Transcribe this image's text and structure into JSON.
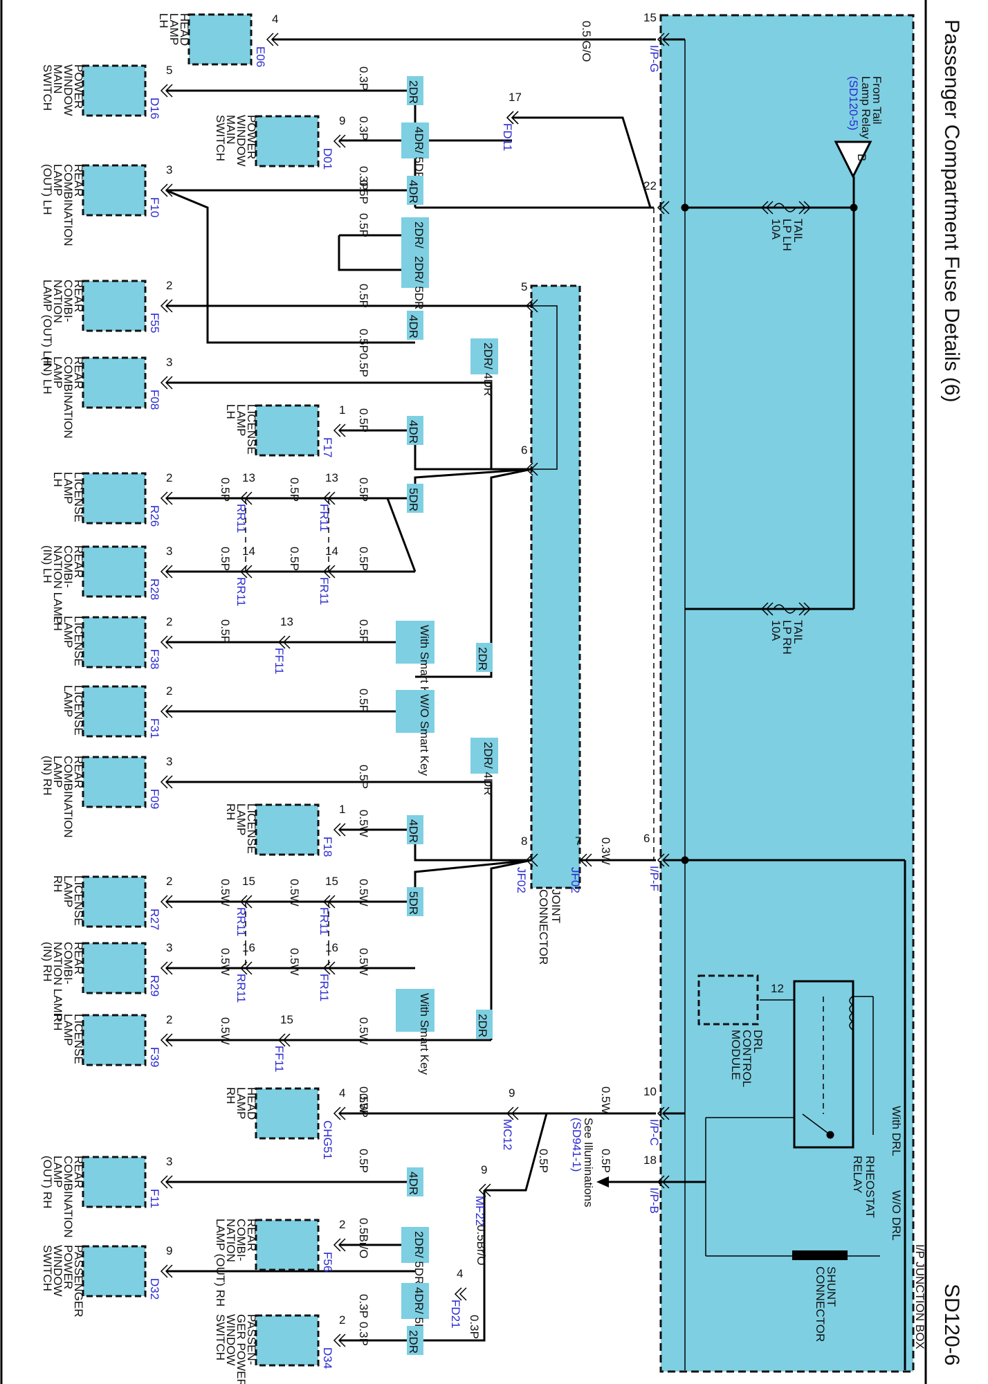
{
  "title": "Passenger Compartment Fuse Details (6)",
  "page_code": "SD120-6",
  "junction_box": "I/P JUNCTION BOX",
  "from_relay": {
    "line1": "From Tail",
    "line2": "Lamp Relay",
    "ref": "(SD120-5)",
    "terminal": "B"
  },
  "fuses": [
    {
      "l1": "TAIL",
      "l2": "LP LH",
      "l3": "10A"
    },
    {
      "l1": "TAIL",
      "l2": "LP RH",
      "l3": "10A"
    }
  ],
  "rheostat": {
    "name1": "RHEOSTAT",
    "name2": "RELAY",
    "pin": "12"
  },
  "drl_module": {
    "l1": "DRL",
    "l2": "CONTROL",
    "l3": "MODULE"
  },
  "shunt": {
    "l1": "SHUNT",
    "l2": "CONNECTOR"
  },
  "with_drl": "With DRL",
  "wo_drl": "W/O DRL",
  "see_illum": {
    "l1": "See Illuminations",
    "l2": "(SD941-1)"
  },
  "joint_connector": {
    "l1": "JOINT",
    "l2": "CONNECTOR"
  },
  "jb_pins": [
    {
      "pin": "15",
      "conn": "I/P-G"
    },
    {
      "pin": "22",
      "conn": ""
    },
    {
      "pin": "6",
      "conn": "I/P-F"
    },
    {
      "pin": "10",
      "conn": "I/P-C"
    },
    {
      "pin": "18",
      "conn": "I/P-B"
    }
  ],
  "components": [
    {
      "l1": "HEAD",
      "l2": "LAMP",
      "l3": "LH",
      "l4": "",
      "pin": "4",
      "conn": "E06"
    },
    {
      "l1": "POWER",
      "l2": "WINDOW",
      "l3": "MAIN",
      "l4": "SWITCH",
      "pin": "5",
      "conn": "D16"
    },
    {
      "l1": "POWER",
      "l2": "WINDOW",
      "l3": "MAIN",
      "l4": "SWITCH",
      "pin": "9",
      "conn": "D01"
    },
    {
      "l1": "REAR",
      "l2": "COMBINATION",
      "l3": "LAMP",
      "l4": "(OUT) LH",
      "pin": "3",
      "conn": "F10"
    },
    {
      "l1": "REAR",
      "l2": "COMBI-",
      "l3": "NATION",
      "l4": "LAMP (OUT) LH",
      "pin": "2",
      "conn": "F55"
    },
    {
      "l1": "REAR",
      "l2": "COMBINATION",
      "l3": "LAMP",
      "l4": "(IN) LH",
      "pin": "3",
      "conn": "F08"
    },
    {
      "l1": "LICENSE",
      "l2": "LAMP",
      "l3": "LH",
      "l4": "",
      "pin": "1",
      "conn": "F17"
    },
    {
      "l1": "LICENSE",
      "l2": "LAMP",
      "l3": "LH",
      "l4": "",
      "pin": "2",
      "conn": "R26"
    },
    {
      "l1": "REAR",
      "l2": "COMBI-",
      "l3": "NATION LAMP",
      "l4": "(IN) LH",
      "pin": "3",
      "conn": "R28"
    },
    {
      "l1": "LICENSE",
      "l2": "LAMP",
      "l3": "LH",
      "l4": "",
      "pin": "2",
      "conn": "F38"
    },
    {
      "l1": "LICENSE",
      "l2": "LAMP",
      "l3": "",
      "l4": "",
      "pin": "2",
      "conn": "F31"
    },
    {
      "l1": "REAR",
      "l2": "COMBINATION",
      "l3": "LAMP",
      "l4": "(IN) RH",
      "pin": "3",
      "conn": "F09"
    },
    {
      "l1": "LICENSE",
      "l2": "LAMP",
      "l3": "RH",
      "l4": "",
      "pin": "1",
      "conn": "F18"
    },
    {
      "l1": "LICENSE",
      "l2": "LAMP",
      "l3": "RH",
      "l4": "",
      "pin": "2",
      "conn": "R27"
    },
    {
      "l1": "REAR",
      "l2": "COMBI-",
      "l3": "NATION LAMP",
      "l4": "(IN) RH",
      "pin": "3",
      "conn": "R29"
    },
    {
      "l1": "LICENSE",
      "l2": "LAMP",
      "l3": "RH",
      "l4": "",
      "pin": "2",
      "conn": "F39"
    },
    {
      "l1": "HEAD",
      "l2": "LAMP",
      "l3": "RH",
      "l4": "",
      "pin": "4",
      "conn": "CHG51"
    },
    {
      "l1": "REAR",
      "l2": "COMBINATION",
      "l3": "LAMP",
      "l4": "(OUT) RH",
      "pin": "3",
      "conn": "F11"
    },
    {
      "l1": "REAR",
      "l2": "COMBI-",
      "l3": "NATION",
      "l4": "LAMP (OUT) RH",
      "pin": "2",
      "conn": "F56"
    },
    {
      "l1": "PASSENGER",
      "l2": "POWER",
      "l3": "WINDOW",
      "l4": "SWITCH",
      "pin": "9",
      "conn": "D32"
    },
    {
      "l1": "PASSEN-",
      "l2": "GER POWER",
      "l3": "WINDOW",
      "l4": "SWITCH",
      "pin": "2",
      "conn": "D34"
    }
  ],
  "inline_connectors": [
    {
      "pin": "17",
      "conn": "FD11"
    },
    {
      "pin": "13",
      "conn": "RR11"
    },
    {
      "pin": "13",
      "conn": "FR11"
    },
    {
      "pin": "14",
      "conn": "RR11"
    },
    {
      "pin": "14",
      "conn": "FR11"
    },
    {
      "pin": "13",
      "conn": "FF11"
    },
    {
      "pin": "15",
      "conn": "RR11"
    },
    {
      "pin": "15",
      "conn": "FR11"
    },
    {
      "pin": "16",
      "conn": "RR11"
    },
    {
      "pin": "16",
      "conn": "FR11"
    },
    {
      "pin": "15",
      "conn": "FF11"
    },
    {
      "pin": "9",
      "conn": "MC12"
    },
    {
      "pin": "9",
      "conn": "MF22"
    },
    {
      "pin": "4",
      "conn": "FD21"
    }
  ],
  "joint_pins": [
    {
      "pin": "5",
      "conn": ""
    },
    {
      "pin": "6",
      "conn": ""
    },
    {
      "pin": "8",
      "conn": "JF02"
    },
    {
      "pin": "7",
      "conn": "JF02"
    }
  ],
  "options": [
    "2DR",
    "4DR/ 5DR",
    "4DR",
    "2DR/ 5DR",
    "2DR/ 5DR",
    "4DR",
    "2DR/ 4DR",
    "4DR",
    "5DR",
    "With Smart Key",
    "2DR",
    "W/O Smart Key",
    "2DR/ 4DR",
    "4DR",
    "5DR",
    "With Smart Key",
    "2DR",
    "4DR",
    "2DR/ 5DR",
    "4DR/ 5DR",
    "2DR"
  ],
  "wire_colors": [
    "0.5 G/O",
    "0.3P",
    "0.3P",
    "0.3P",
    "0.5P",
    "0.5P",
    "0.5P",
    "0.5P",
    "0.5P",
    "0.5P",
    "0.5P",
    "0.5P",
    "0.5P",
    "0.5P",
    "0.5P",
    "0.5P",
    "0.5P",
    "0.5P",
    "0.5P",
    "0.5P",
    "0.5W",
    "0.5W",
    "0.5W",
    "0.5W",
    "0.5W",
    "0.5W",
    "0.5W",
    "0.5W",
    "0.5W",
    "0.3W",
    "0.5W",
    "0.5W",
    "0.5P",
    "0.5P",
    "0.5Br/O",
    "0.5Br/O",
    "0.3P",
    "0.3P",
    "0.3P",
    "0.5P",
    "0.5P"
  ]
}
